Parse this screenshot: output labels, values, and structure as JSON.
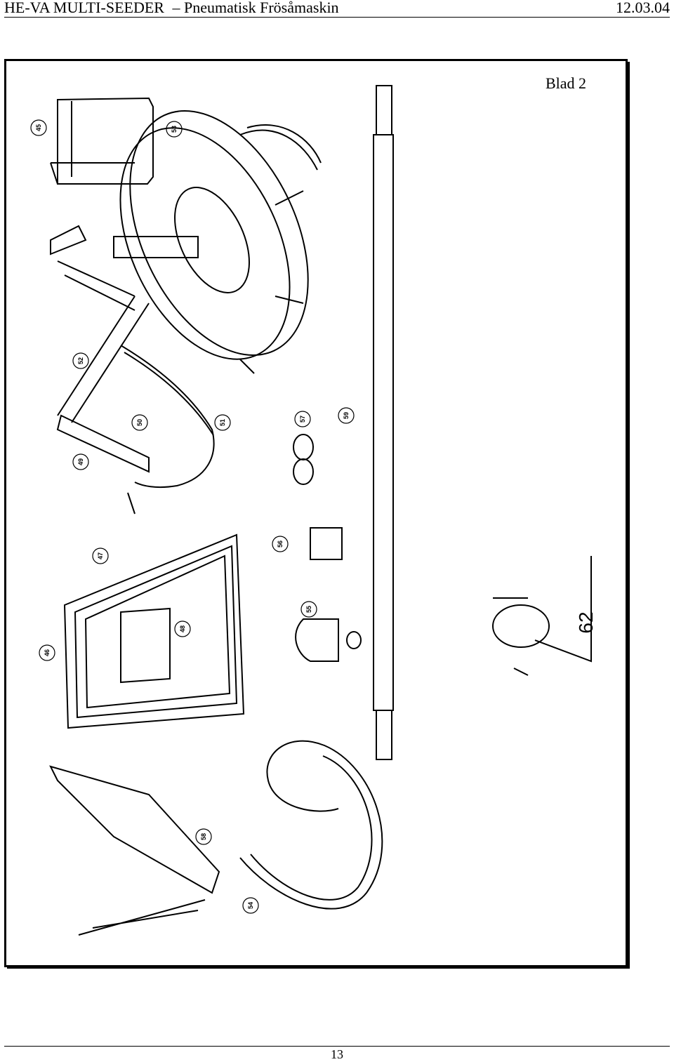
{
  "header": {
    "title": "HE-VA MULTI-SEEDER",
    "dash": "–",
    "subtitle": "Pneumatisk Frösåmaskin",
    "date": "12.03.04"
  },
  "sheet_label": "Blad 2",
  "callouts": [
    "45",
    "53",
    "52",
    "49",
    "50",
    "51",
    "57",
    "59",
    "47",
    "56",
    "55",
    "46",
    "48",
    "58",
    "54",
    "62"
  ],
  "footer": {
    "page_number": "13"
  }
}
